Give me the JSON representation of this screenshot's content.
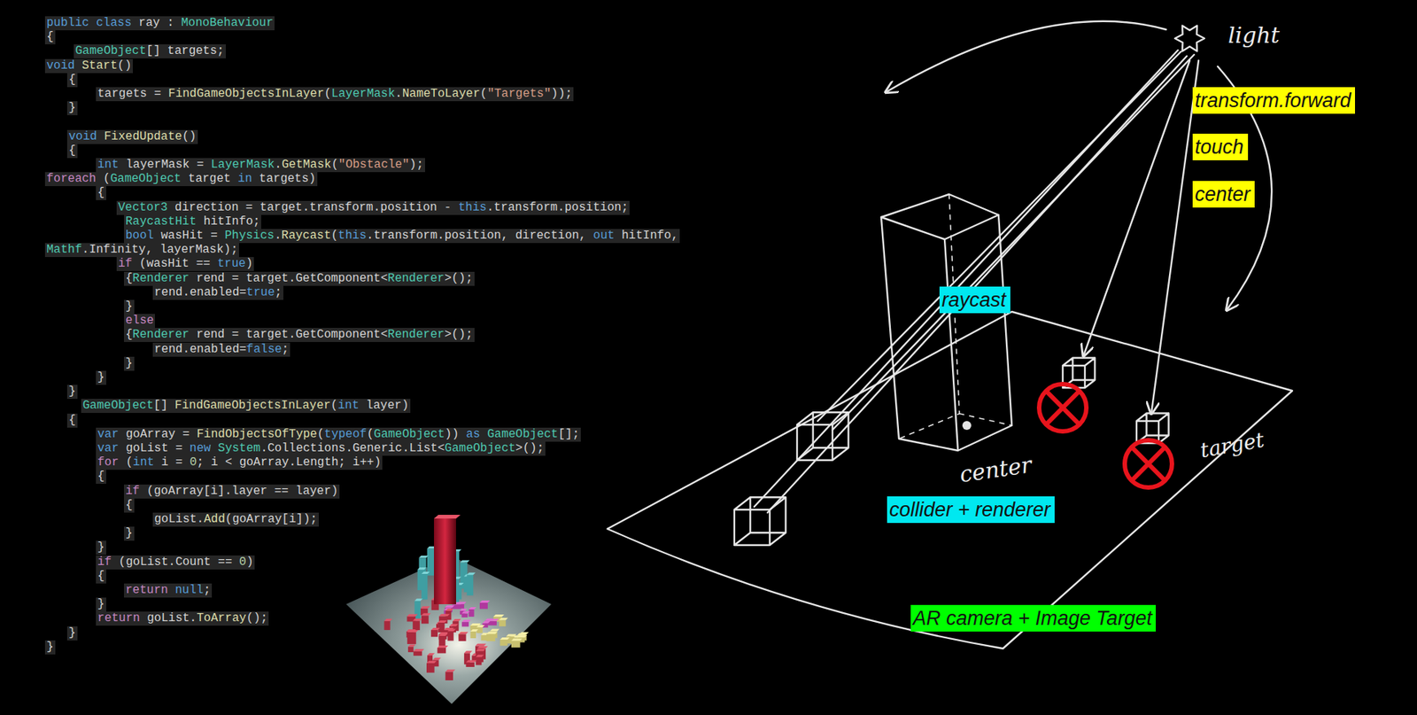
{
  "diagram": {
    "nodes": [
      {
        "text": [
          "transform.forward"
        ]
      },
      {
        "text": [
          "touch"
        ]
      },
      {
        "text": [
          "center"
        ]
      },
      {
        "text": [
          "raycast"
        ]
      },
      {
        "text": [
          "collider + renderer"
        ]
      },
      {
        "text": [
          "AR camera + Image Target"
        ]
      }
    ],
    "labels": [
      "public class ray : MonoBehaviour",
      "{",
      "GameObject[] targets;",
      "void Start()",
      "{",
      "targets = FindGameObjectsInLayer(LayerMask.NameToLayer(\"Targets\"));",
      "}",
      "void FixedUpdate()",
      "{",
      "int layerMask = LayerMask.GetMask(\"Obstacle\");",
      "foreach (GameObject target in targets)",
      "{",
      "Vector3 direction = target.transform.position - this.transform.position;",
      "RaycastHit hitInfo;",
      "bool wasHit = Physics.Raycast(this.transform.position, direction, out hitInfo,",
      "Mathf.Infinity, layerMask);",
      "if (wasHit == true)",
      "{Renderer rend = target.GetComponent<Renderer>();",
      "rend.enabled=true;",
      "}",
      "else",
      "{Renderer rend = target.GetComponent<Renderer>();",
      "rend.enabled=false;",
      "}",
      "}",
      "}",
      "GameObject[] FindGameObjectsInLayer(int layer)",
      "{",
      "var goArray = FindObjectsOfType(typeof(GameObject)) as GameObject[];",
      "var goList = new System.Collections.Generic.List<GameObject>();",
      "for (int i = 0; i < goArray.Length; i++)",
      "{",
      "if (goArray[i].layer == layer)",
      "{",
      "goList.Add(goArray[i]);",
      "}",
      "}",
      "if (goList.Count == 0)",
      "{",
      "return null;",
      "}",
      "return goList.ToArray();",
      "}",
      "}",
      "light",
      "center",
      "target"
    ]
  }
}
